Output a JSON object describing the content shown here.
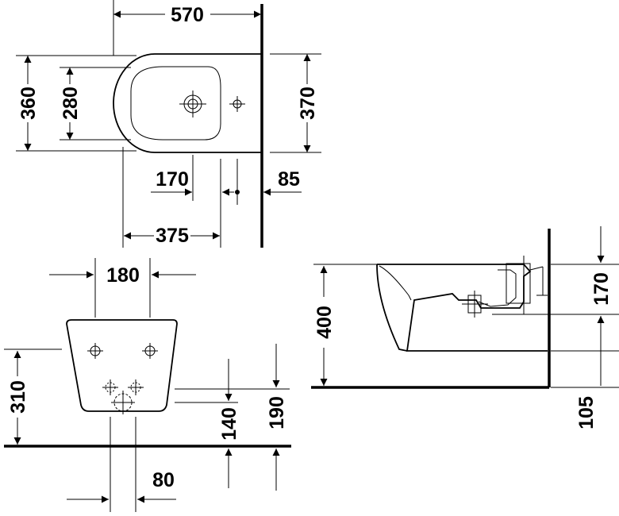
{
  "top_view": {
    "dims": {
      "width_total": "570",
      "depth_outer": "360",
      "depth_inner": "280",
      "depth_right": "370",
      "tap_offset": "170",
      "wall_offset": "85",
      "fixing_distance": "375"
    }
  },
  "front_view": {
    "dims": {
      "fixing_spacing": "180",
      "height_total": "310",
      "waste_height": "140",
      "supply_height": "190",
      "waste_spacing": "80"
    }
  },
  "side_view": {
    "dims": {
      "rim_height": "400",
      "top_to_fixing": "170",
      "floor_to_outlet": "105"
    }
  },
  "colors": {
    "line": "#000000",
    "background": "#ffffff"
  },
  "icons": [
    "arrow-icon",
    "tap-hole-icon",
    "fixing-bolt-icon",
    "waste-outlet-icon"
  ]
}
